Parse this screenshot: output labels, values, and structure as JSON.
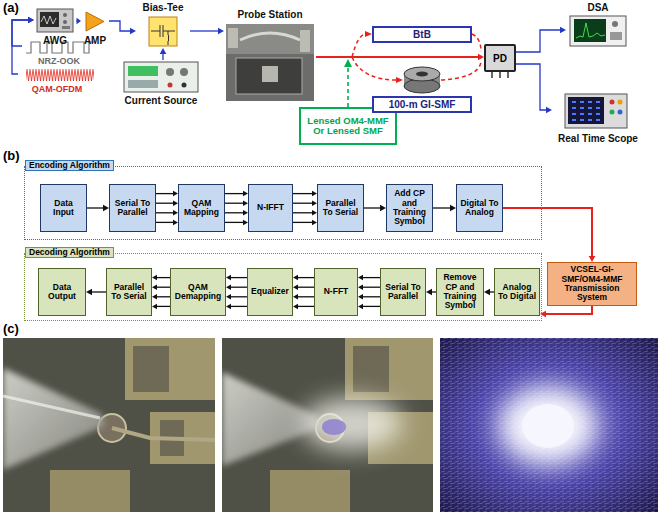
{
  "diagram": {
    "nodes": [
      {
        "text": [
          "NRZ-OOK"
        ]
      },
      {
        "text": [
          "QAM-OFDM"
        ]
      },
      {
        "text": [
          "AWG"
        ]
      },
      {
        "text": [
          "AMP"
        ]
      },
      {
        "text": [
          "Bias-Tee"
        ]
      },
      {
        "text": [
          "Current Source"
        ]
      },
      {
        "text": [
          "Probe Station"
        ]
      },
      {
        "text": [
          "Lensed OM4-MMF Or Lensed SMF"
        ]
      },
      {
        "text": [
          "BtB"
        ]
      },
      {
        "text": [
          "100-m GI-SMF"
        ]
      },
      {
        "text": [
          "PD"
        ]
      },
      {
        "text": [
          "DSA"
        ]
      },
      {
        "text": [
          "Real Time Scope"
        ]
      },
      {
        "text": [
          "Encoding Algorithm"
        ]
      },
      {
        "text": [
          "Data Input"
        ],
        "in": 13
      },
      {
        "text": [
          "Serial To Parallel"
        ],
        "in": 13
      },
      {
        "text": [
          "QAM Mapping"
        ],
        "in": 13
      },
      {
        "text": [
          "N-IFFT"
        ],
        "in": 13
      },
      {
        "text": [
          "Parallel To Serial"
        ],
        "in": 13
      },
      {
        "text": [
          "Add CP and Training Symbol"
        ],
        "in": 13
      },
      {
        "text": [
          "Digital To Analog"
        ],
        "in": 13
      },
      {
        "text": [
          "VCSEL-GI-SMF/OM4-MMF Transmission System"
        ]
      },
      {
        "text": [
          "Decoding Algorithm"
        ]
      },
      {
        "text": [
          "Data Output"
        ],
        "in": 22
      },
      {
        "text": [
          "Parallel To Serial"
        ],
        "in": 22
      },
      {
        "text": [
          "QAM Demapping"
        ],
        "in": 22
      },
      {
        "text": [
          "Equalizer"
        ],
        "in": 22
      },
      {
        "text": [
          "N-FFT"
        ],
        "in": 22
      },
      {
        "text": [
          "Serial To Parallel"
        ],
        "in": 22
      },
      {
        "text": [
          "Remove CP and Training Symbol"
        ],
        "in": 22
      },
      {
        "text": [
          "Analog To Digital"
        ],
        "in": 22
      }
    ],
    "edges": [
      {
        "from": 0,
        "to": 2,
        "arrow": "to"
      },
      {
        "from": 1,
        "to": 2,
        "arrow": "to"
      },
      {
        "from": 2,
        "to": 3,
        "arrow": "to"
      },
      {
        "from": 3,
        "to": 4,
        "arrow": "to"
      },
      {
        "from": 5,
        "to": 4,
        "arrow": "to"
      },
      {
        "from": 4,
        "to": 6,
        "arrow": "to"
      },
      {
        "from": 6,
        "to": 10,
        "arrow": "to"
      },
      {
        "from": 10,
        "to": 11,
        "arrow": "to"
      },
      {
        "from": 10,
        "to": 12,
        "arrow": "to"
      },
      {
        "from": 14,
        "to": 15,
        "arrow": "to"
      },
      {
        "from": 15,
        "to": 16,
        "arrow": "to"
      },
      {
        "from": 16,
        "to": 17,
        "arrow": "to"
      },
      {
        "from": 17,
        "to": 18,
        "arrow": "to"
      },
      {
        "from": 18,
        "to": 19,
        "arrow": "to"
      },
      {
        "from": 19,
        "to": 20,
        "arrow": "to"
      },
      {
        "from": 20,
        "to": 21,
        "arrow": "to"
      },
      {
        "from": 21,
        "to": 30,
        "arrow": "to"
      },
      {
        "from": 30,
        "to": 29,
        "arrow": "to"
      },
      {
        "from": 29,
        "to": 28,
        "arrow": "to"
      },
      {
        "from": 28,
        "to": 27,
        "arrow": "to"
      },
      {
        "from": 27,
        "to": 26,
        "arrow": "to"
      },
      {
        "from": 26,
        "to": 25,
        "arrow": "to"
      },
      {
        "from": 25,
        "to": 24,
        "arrow": "to"
      },
      {
        "from": 24,
        "to": 23,
        "arrow": "to"
      }
    ],
    "labels": [
      "(a)",
      "(b)",
      "(c)"
    ]
  }
}
